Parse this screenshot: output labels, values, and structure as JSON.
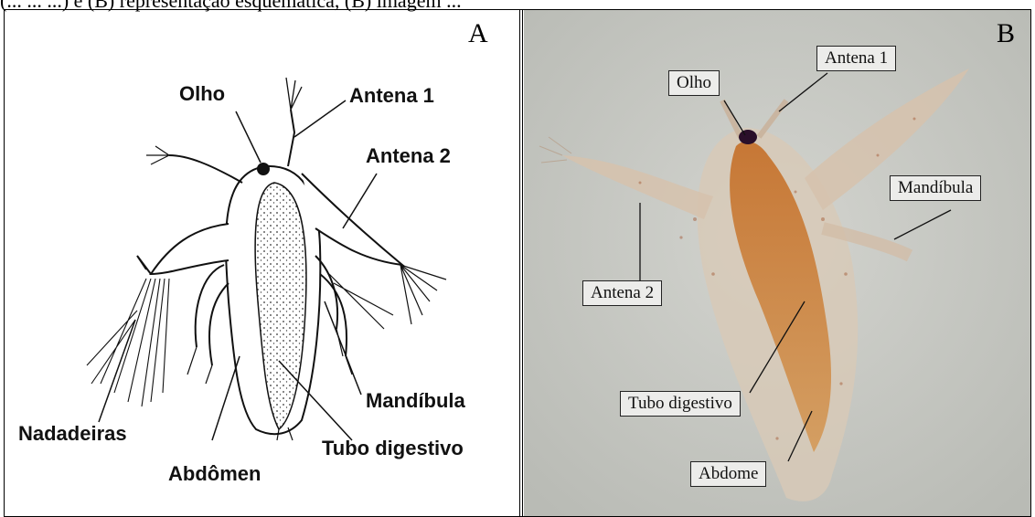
{
  "caption_fragment": "(... ... ...) e (B) representação esquemática, (B) imagem ...",
  "panel_a": {
    "letter": "A",
    "labels": {
      "olho": "Olho",
      "antena1": "Antena 1",
      "antena2": "Antena 2",
      "nadadeiras": "Nadadeiras",
      "abdomen": "Abdômen",
      "mandibula": "Mandíbula",
      "tubo": "Tubo digestivo"
    }
  },
  "panel_b": {
    "letter": "B",
    "labels": {
      "antena1": "Antena 1",
      "olho": "Olho",
      "mandibula": "Mandíbula",
      "antena2": "Antena 2",
      "tubo": "Tubo digestivo",
      "abdome": "Abdome"
    }
  },
  "colors": {
    "photo_bg": "#c9cbc6",
    "body_orange": "#c8772e",
    "eye": "#2a0f2a"
  }
}
